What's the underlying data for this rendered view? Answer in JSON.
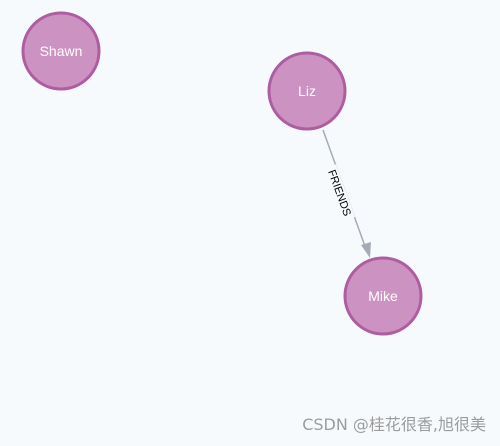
{
  "graph": {
    "nodes": [
      {
        "id": "shawn",
        "label": "Shawn"
      },
      {
        "id": "liz",
        "label": "Liz"
      },
      {
        "id": "mike",
        "label": "Mike"
      }
    ],
    "relationships": [
      {
        "from": "liz",
        "to": "mike",
        "type": "FRIENDS"
      }
    ],
    "colors": {
      "node_fill": "#cc92c2",
      "node_stroke": "#ad5da0",
      "relationship": "#a5abb6",
      "background": "#f7fafd"
    }
  },
  "watermark": "CSDN @桂花很香,旭很美"
}
